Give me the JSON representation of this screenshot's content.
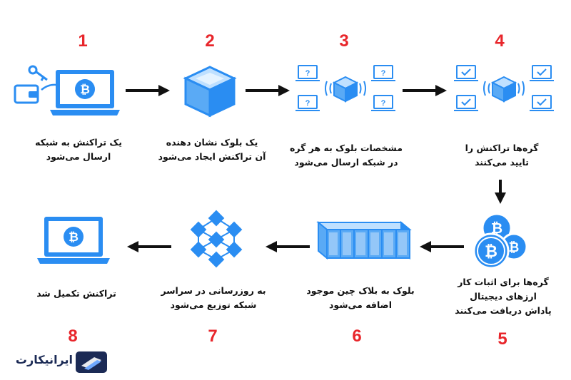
{
  "steps": [
    {
      "number": "1",
      "line1": "یک تراکنش به شبکه",
      "line2": "ارسال می‌شود"
    },
    {
      "number": "2",
      "line1": "یک بلوک نشان دهنده",
      "line2": "آن تراکنش ایجاد می‌شود"
    },
    {
      "number": "3",
      "line1": "مشخصات بلوک به هر گره",
      "line2": "در شبکه ارسال می‌شود"
    },
    {
      "number": "4",
      "line1": "گره‌ها تراکنش را",
      "line2": "تایید می‌کنند"
    },
    {
      "number": "5",
      "line1": "گره‌ها برای اثبات کار",
      "line2": "ارزهای دیجیتال",
      "line3": "پاداش دریافت می‌کنند"
    },
    {
      "number": "6",
      "line1": "بلوک به بلاک چین موجود",
      "line2": "اضافه می‌شود"
    },
    {
      "number": "7",
      "line1": "به روزرسانی در سراسر",
      "line2": "شبکه توزیع می‌شود"
    },
    {
      "number": "8",
      "line1": "تراکنش تکمیل شد"
    }
  ],
  "logo": {
    "text": "ایرانیکارت"
  },
  "colors": {
    "accent": "#2a8df2",
    "number": "#e8262b",
    "arrow": "#111111"
  }
}
